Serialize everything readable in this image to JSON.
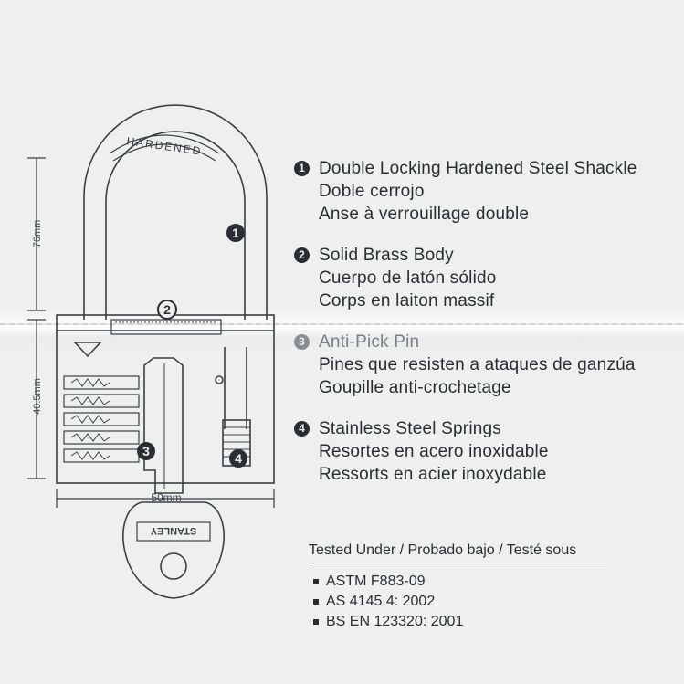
{
  "diagram": {
    "shackle_stamp": "HARDENED",
    "key_brand": "STANLEY",
    "dim_shackle": "76mm",
    "dim_body": "40.5mm",
    "dim_width": "50mm",
    "callouts": [
      "1",
      "2",
      "3",
      "4"
    ]
  },
  "features": [
    {
      "num": "1",
      "en": "Double Locking Hardened Steel Shackle",
      "es": "Doble cerrojo",
      "fr": "Anse à verrouillage double"
    },
    {
      "num": "2",
      "en": "Solid Brass Body",
      "es": "Cuerpo de latón sólido",
      "fr": "Corps en laiton massif"
    },
    {
      "num": "3",
      "en": "Anti-Pick Pin",
      "es": "Pines que resisten a ataques de ganzúa",
      "fr": "Goupille anti-crochetage"
    },
    {
      "num": "4",
      "en": "Stainless Steel Springs",
      "es": "Resortes en acero inoxidable",
      "fr": "Ressorts en acier inoxydable"
    }
  ],
  "tested": {
    "heading": "Tested Under / Probado bajo / Testé sous",
    "standards": [
      "ASTM F883-09",
      "AS 4145.4: 2002",
      "BS EN 123320: 2001"
    ]
  }
}
